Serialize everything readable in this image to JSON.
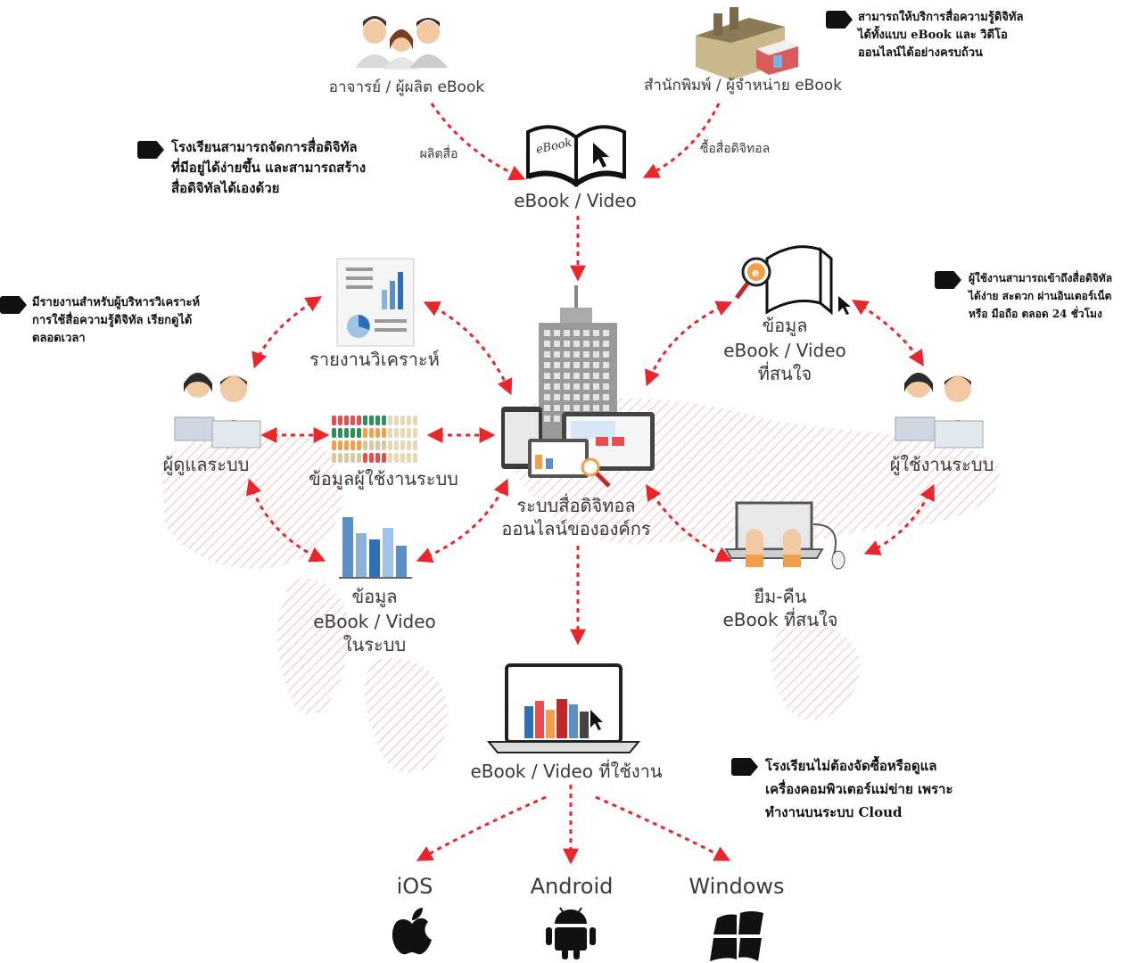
{
  "sources": {
    "teacher": "อาจารย์ / ผู้ผลิต eBook",
    "publisher": "สำนักพิมพ์ / ผู้จำหน่าย eBook",
    "produce": "ผลิตสื่อ",
    "buy": "ซื้อสื่อดิจิทอล",
    "ebook_video": "eBook / Video"
  },
  "center": {
    "line1": "ระบบสื่อดิจิทอล",
    "line2": "ออนไลน์ขององค์กร"
  },
  "left": {
    "report": "รายงานวิเคราะห์",
    "admin": "ผู้ดูแลระบบ",
    "user_data": "ข้อมูลผู้ใช้งานระบบ",
    "system_data_1": "ข้อมูล",
    "system_data_2": "eBook / Video",
    "system_data_3": "ในระบบ"
  },
  "right": {
    "interest_1": "ข้อมูล",
    "interest_2": "eBook / Video",
    "interest_3": "ที่สนใจ",
    "user": "ผู้ใช้งานระบบ",
    "borrow_1": "ยืม-คืน",
    "borrow_2": "eBook ที่สนใจ"
  },
  "bottom": {
    "in_use": "eBook / Video ที่ใช้งาน",
    "ios": "iOS",
    "android": "Android",
    "windows": "Windows"
  },
  "notes": {
    "top_right": [
      "สามารถให้บริการสื่อความรู้ดิจิทัล",
      "ได้ทั้งแบบ eBook และ วิดีโอ",
      "ออนไลน์ได้อย่างครบถ้วน"
    ],
    "top_left": [
      "โรงเรียนสามารถจัดการสื่อดิจิทัล",
      "ที่มีอยู่ได้ง่ายขึ้น และสามารถสร้าง",
      "สื่อดิจิทัลได้เองด้วย"
    ],
    "mid_left": [
      "มีรายงานสำหรับผู้บริหารวิเคราะห์",
      "การใช้สื่อความรู้ดิจิทัล เรียกดูได้",
      "ตลอดเวลา"
    ],
    "mid_right": [
      "ผู้ใช้งานสามารถเข้าถึงสื่อดิจิทัล",
      "ได้ง่าย สะดวก ผ่านอินเตอร์เน็ต",
      "หรือ มือถือ ตลอด 24 ชั่วโมง"
    ],
    "bottom_right": [
      "โรงเรียนไม่ต้องจัดซื้อหรือดูแล",
      "เครื่องคอมพิวเตอร์แม่ข่าย เพราะ",
      "ทำงานบนระบบ Cloud"
    ]
  },
  "colors": {
    "arrow": "#e8262b",
    "accent_blue": "#2f6fb6",
    "map": "#f3c9cb"
  }
}
